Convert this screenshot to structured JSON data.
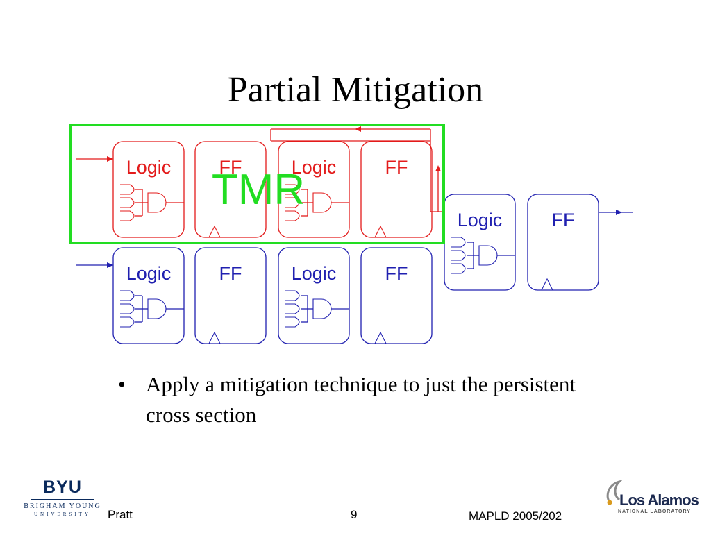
{
  "slide": {
    "title": "Partial Mitigation",
    "bullets": [
      "Apply a mitigation technique to just the persistent cross section"
    ],
    "bullet_marker": "•"
  },
  "diagram": {
    "overlay_label": "TMR",
    "colors": {
      "highlight": "#22dd22",
      "mitigated": "#e31b1b",
      "normal": "#2020b0",
      "output": "#2020b0",
      "overlay_text": "#22dd22"
    },
    "top_row": [
      {
        "kind": "logic",
        "label": "Logic"
      },
      {
        "kind": "ff",
        "label": "FF"
      },
      {
        "kind": "logic",
        "label": "Logic"
      },
      {
        "kind": "ff",
        "label": "FF"
      }
    ],
    "bottom_row": [
      {
        "kind": "logic",
        "label": "Logic"
      },
      {
        "kind": "ff",
        "label": "FF"
      },
      {
        "kind": "logic",
        "label": "Logic"
      },
      {
        "kind": "ff",
        "label": "FF"
      }
    ],
    "output_stage": [
      {
        "kind": "logic",
        "label": "Logic"
      },
      {
        "kind": "ff",
        "label": "FF"
      }
    ]
  },
  "footer": {
    "author": "Pratt",
    "page": "9",
    "conference": "MAPLD 2005/202"
  },
  "logos": {
    "left": {
      "abbr": "BYU",
      "name": "BRIGHAM YOUNG",
      "sub": "UNIVERSITY"
    },
    "right": {
      "name": "Los Alamos",
      "sub": "NATIONAL LABORATORY"
    }
  }
}
